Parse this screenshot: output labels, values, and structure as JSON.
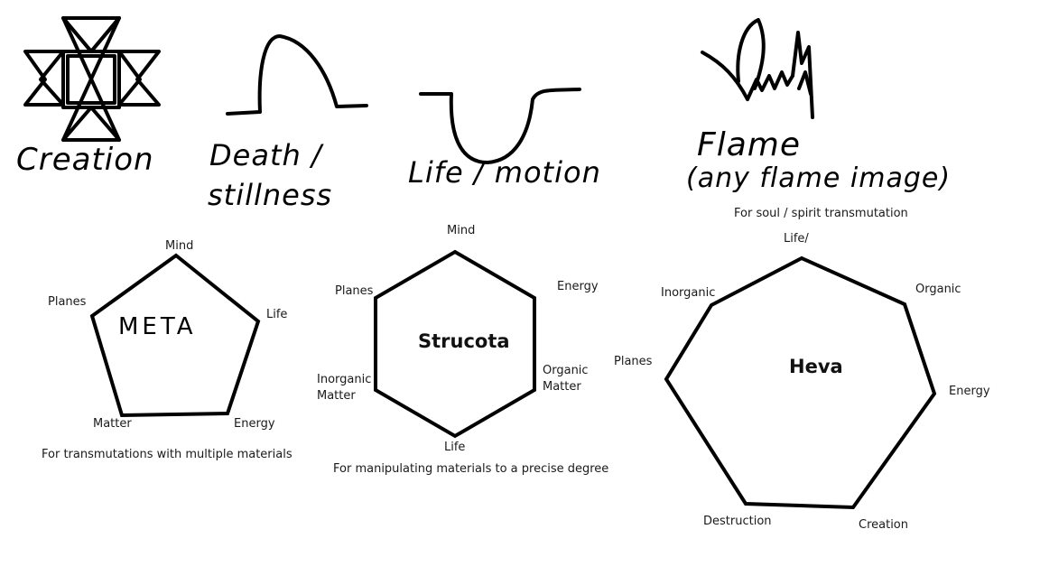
{
  "symbols": {
    "creation": {
      "label": "Creation"
    },
    "death": {
      "label_line1": "Death /",
      "label_line2": "stillness"
    },
    "life": {
      "label": "Life / motion"
    },
    "flame": {
      "label_line1": "Flame",
      "label_line2": "(any flame image)"
    }
  },
  "circles": {
    "meta": {
      "title": "META",
      "vertices": [
        "Mind",
        "Life",
        "Energy",
        "Matter",
        "Planes"
      ],
      "caption": "For transmutations  with multiple materials"
    },
    "strucota": {
      "title": "Strucota",
      "vertices": [
        "Mind",
        "Energy",
        "Organic Matter",
        "Life",
        "Inorganic Matter",
        "Planes"
      ],
      "caption": "For manipulating materials to a precise degree"
    },
    "heva": {
      "title": "Heva",
      "vertices": [
        "Life/",
        "Organic",
        "Energy",
        "Creation",
        "Destruction",
        "Planes",
        "Inorganic"
      ],
      "caption": "For soul / spirit transmutation"
    }
  }
}
